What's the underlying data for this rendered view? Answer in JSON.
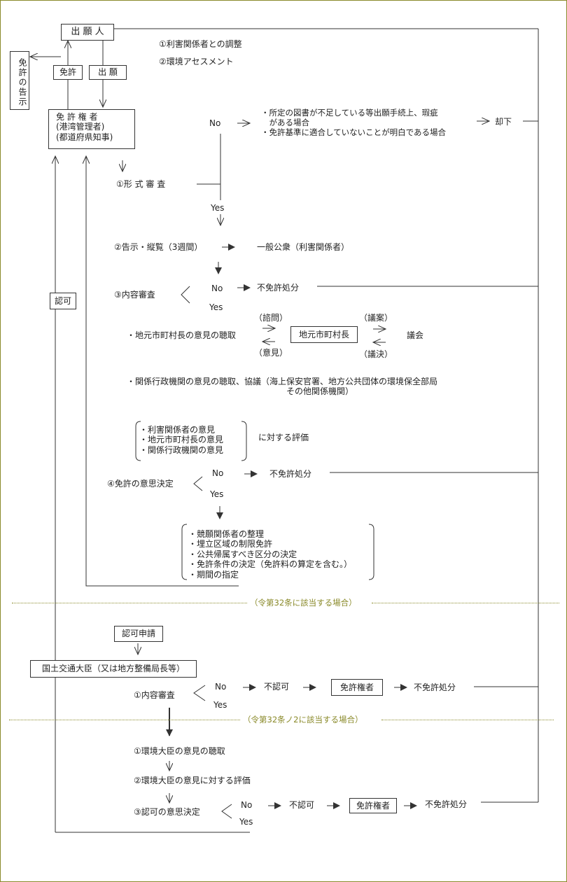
{
  "top": {
    "applicant": "出 願 人",
    "note1": "①利害関係者との調整",
    "note2": "②環境アセスメント",
    "notice_box": "免許の告示",
    "license_label": "免許",
    "apply_label": "出 願"
  },
  "authority": {
    "lines": "免 許 権 者\n(港湾管理者)\n(都道府県知事)"
  },
  "formal_review": {
    "label": "①形 式 審 査",
    "no": "No",
    "yes": "Yes",
    "reasons": "・所定の図書が不足している等出願手続上、瑕疵\n　がある場合\n・免許基準に適合していないことが明白である場合",
    "result": "却下"
  },
  "notice": {
    "label": "②告示・縦覧（3週間）",
    "target": "一般公衆（利害関係者）"
  },
  "content_review": {
    "label": "③内容審査",
    "no": "No",
    "yes": "Yes",
    "result": "不免許処分"
  },
  "local": {
    "hearing": "・地元市町村長の意見の聴取",
    "inquiry": "（諮問）",
    "opinion": "（意見）",
    "mayor": "地元市町村長",
    "proposal": "（議案）",
    "resolution": "（議決）",
    "council": "議会"
  },
  "agencies": {
    "text": "・関係行政機関の意見の聴取、協議（海上保安官署、地方公共団体の環境保全部局\n　　　　　　　　　　　　　　　　　　　その他関係機関）"
  },
  "evaluation": {
    "items": "・利害関係者の意見\n・地元市町村長の意見\n・関係行政機関の意見",
    "suffix": "に対する評価"
  },
  "decision": {
    "label": "④免許の意思決定",
    "no": "No",
    "yes": "Yes",
    "result": "不免許処分"
  },
  "conditions": {
    "items": "・競願関係者の整理\n・埋立区域の制限免許\n・公共帰属すべき区分の決定\n・免許条件の決定（免許料の算定を含む。）\n・期間の指定"
  },
  "approval_label": "認可",
  "section32": {
    "header": "（令第32条に該当する場合）",
    "request": "認可申請",
    "minister": "国土交通大臣（又は地方整備局長等）",
    "review": "①内容審査",
    "no": "No",
    "yes": "Yes",
    "disapprove": "不認可",
    "authority": "免許権者",
    "result": "不免許処分"
  },
  "section32_2": {
    "header": "（令第32条ノ2に該当する場合）",
    "step1": "①環境大臣の意見の聴取",
    "step2": "②環境大臣の意見に対する評価",
    "step3": "③認可の意思決定",
    "no": "No",
    "yes": "Yes",
    "disapprove": "不認可",
    "authority": "免許権者",
    "result": "不免許処分"
  },
  "colors": {
    "accent": "#8a8a2a",
    "line": "#333333"
  }
}
